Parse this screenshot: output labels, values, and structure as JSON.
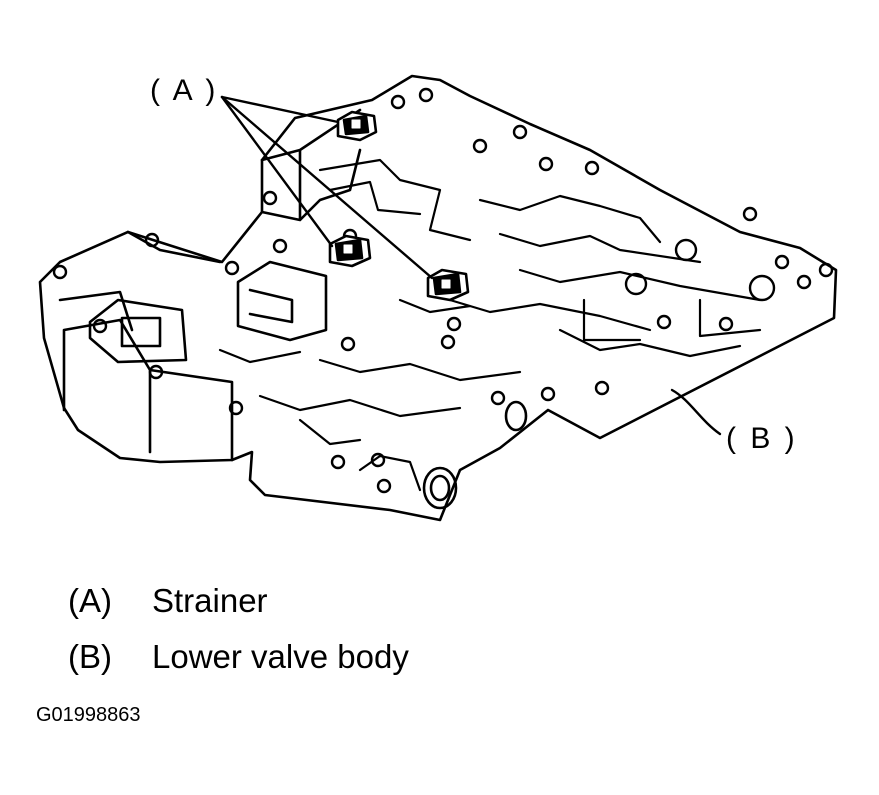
{
  "callouts": {
    "a": "( A )",
    "b": "( B )"
  },
  "legend": [
    {
      "key": "(A)",
      "label": "Strainer"
    },
    {
      "key": "(B)",
      "label": "Lower valve body"
    }
  ],
  "figure_id": "G01998863"
}
